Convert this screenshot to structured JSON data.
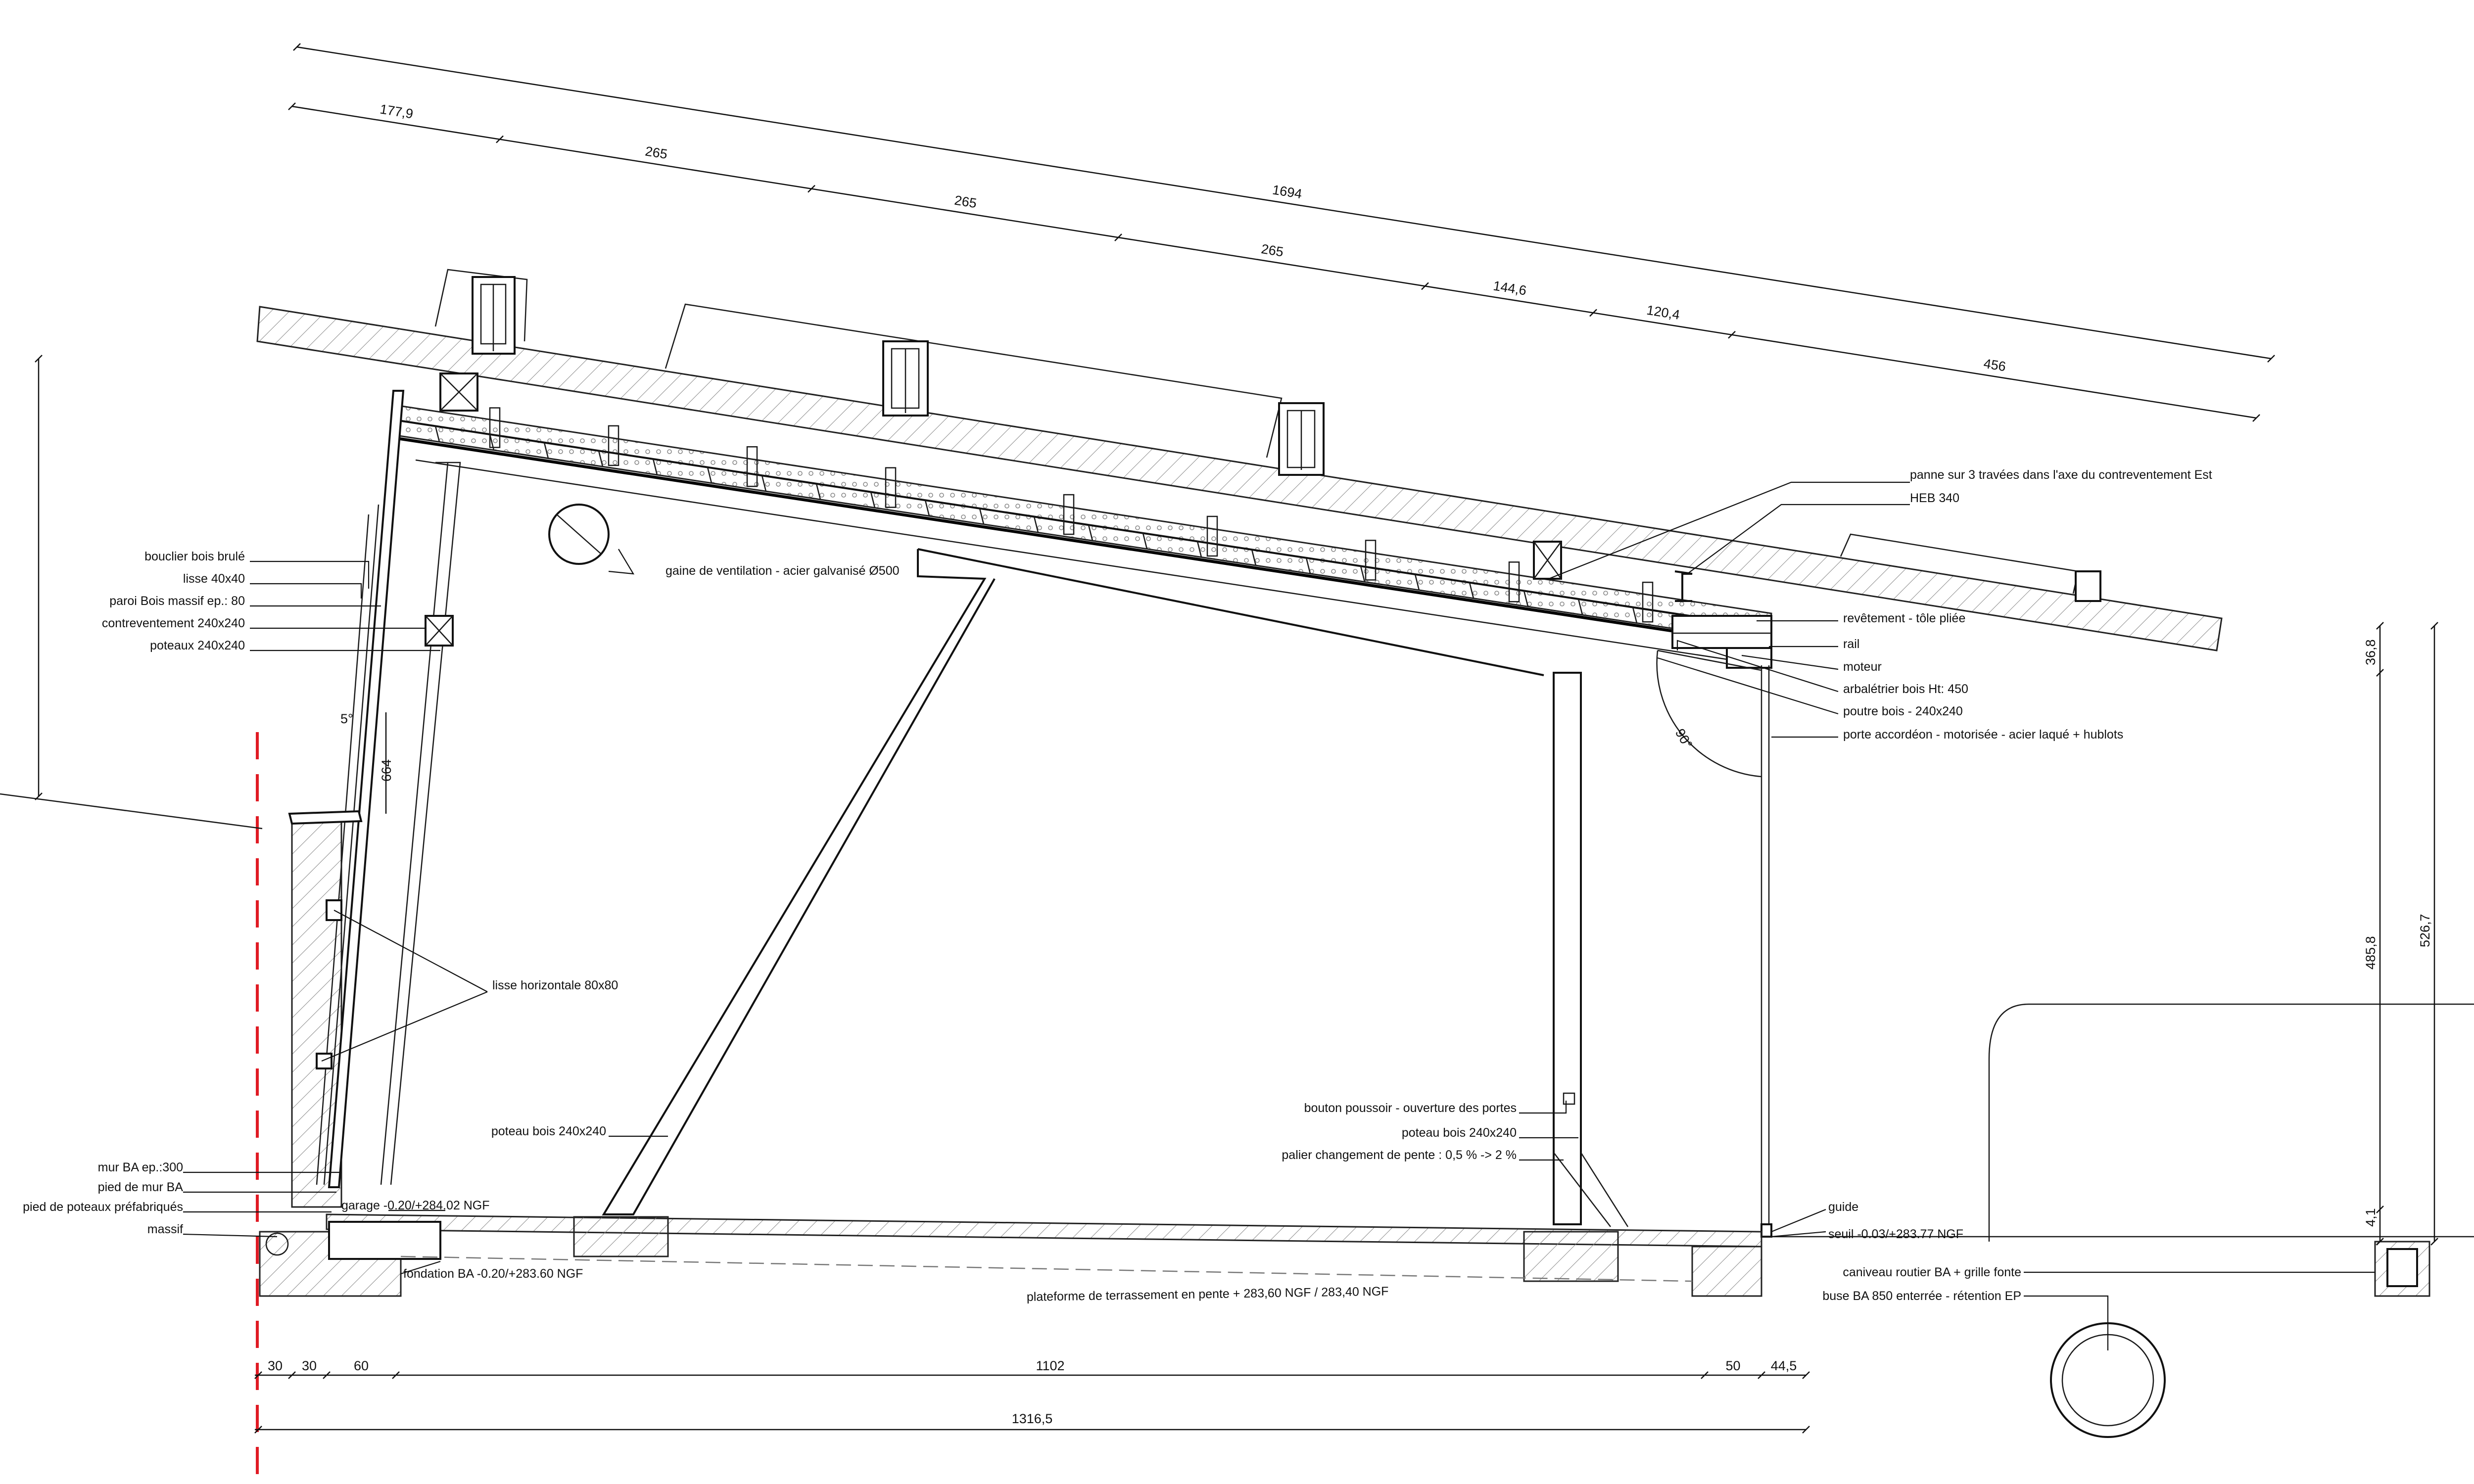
{
  "dimensions_top": {
    "total": "1694",
    "parts": [
      "177,9",
      "265",
      "265",
      "265",
      "144,6",
      "120,4",
      "456"
    ]
  },
  "dimensions_bottom": {
    "parts": [
      "30",
      "30",
      "60",
      "1102",
      "50",
      "44,5"
    ],
    "total": "1316,5"
  },
  "dimensions_misc": {
    "wall_height": "664",
    "angle_small": "5°",
    "angle_door": "90°",
    "right_top": "36,8",
    "right_mid": "485,8",
    "right_total": "526,7",
    "right_small": "4,1"
  },
  "annotations": {
    "bardage": "bouclier bois brulé",
    "lisse": "lisse 40x40",
    "paroi": "paroi Bois massif ep.: 80",
    "contreventement": "contreventement 240x240",
    "poteaux": "poteaux 240x240",
    "lisse_horiz": "lisse horizontale 80x80",
    "gaine": "gaine de ventilation - acier galvanisé Ø500",
    "panne": "panne sur 3 travées dans l'axe du contreventement Est",
    "heb": "HEB 340",
    "revetement": "revêtement - tôle pliée",
    "rail": "rail",
    "moteur": "moteur",
    "arbaletrier": "arbalétrier bois Ht: 450",
    "poutre": "poutre bois - 240x240",
    "porte": "porte accordéon - motorisée - acier laqué + hublots",
    "poteau_bois_left": "poteau bois 240x240",
    "bouton": "bouton poussoir - ouverture des portes",
    "poteau_bois_right": "poteau bois 240x240",
    "palier": "palier changement de pente : 0,5 % -> 2 %",
    "mur_ba": "mur BA ep.:300",
    "pied_mur": "pied de mur BA",
    "pied_poteaux": "pied de poteaux préfabriqués",
    "massif": "massif",
    "garage": "garage -0.20/+284.02 NGF",
    "fondation": "fondation BA -0.20/+283.60 NGF",
    "plateforme": "plateforme de terrassement en pente + 283,60 NGF / 283,40 NGF",
    "guide": "guide",
    "seuil": "seuil -0.03/+283.77 NGF",
    "caniveau": "caniveau routier BA + grille fonte",
    "buse": "buse BA 850 enterrée - rétention EP"
  }
}
